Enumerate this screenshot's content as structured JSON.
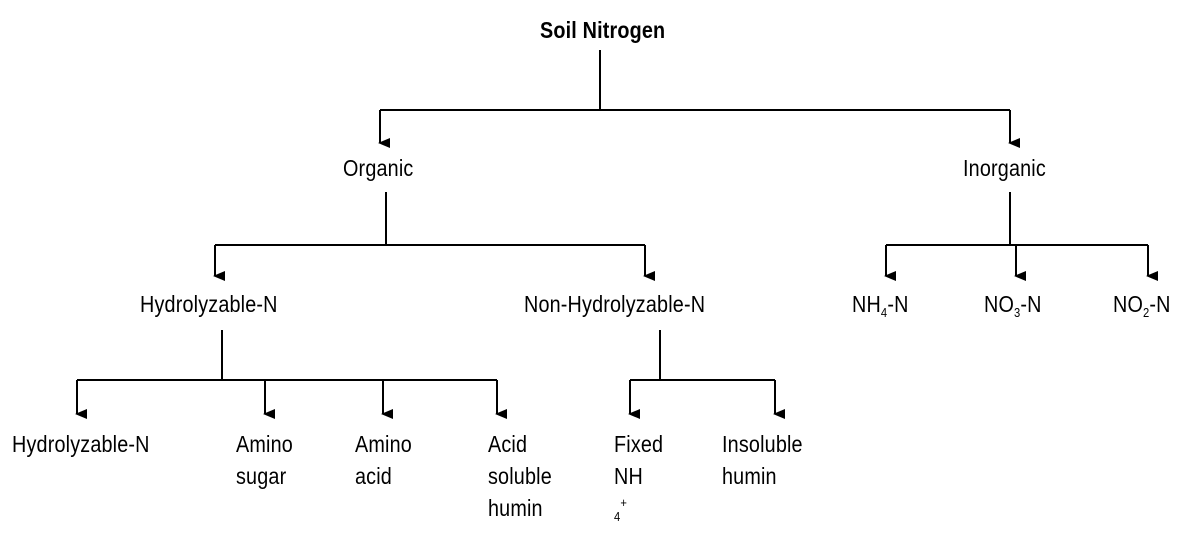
{
  "root": {
    "label": "Soil Nitrogen"
  },
  "organic": {
    "label": "Organic",
    "hydrolyzable": {
      "label": "Hydrolyzable-N",
      "children": {
        "hydrolyzable_n": {
          "label": "Hydrolyzable-N"
        },
        "amino_sugar": {
          "line1": "Amino",
          "line2": "sugar"
        },
        "amino_acid": {
          "line1": "Amino",
          "line2": "acid"
        },
        "acid_soluble_humin": {
          "line1": "Acid",
          "line2": "soluble",
          "line3": "humin"
        }
      }
    },
    "non_hydrolyzable": {
      "label": "Non-Hydrolyzable-N",
      "children": {
        "fixed_nh4": {
          "line1": "Fixed",
          "base": "NH",
          "sub": "4",
          "sup": "+"
        },
        "insoluble_humin": {
          "line1": "Insoluble",
          "line2": "humin"
        }
      }
    }
  },
  "inorganic": {
    "label": "Inorganic",
    "children": {
      "nh4": {
        "base": "NH",
        "sub": "4",
        "tail": "-N"
      },
      "no3": {
        "base": "NO",
        "sub": "3",
        "tail": "-N"
      },
      "no2": {
        "base": "NO",
        "sub": "2",
        "tail": "-N"
      }
    }
  },
  "colors": {
    "line": "#000000",
    "text": "#000000",
    "background": "#ffffff"
  }
}
